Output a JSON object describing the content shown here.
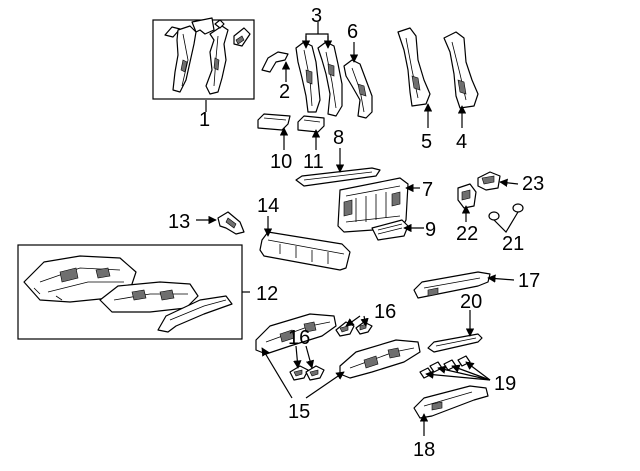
{
  "diagram": {
    "callouts": [
      {
        "id": "c1",
        "label": "1"
      },
      {
        "id": "c2",
        "label": "2"
      },
      {
        "id": "c3",
        "label": "3"
      },
      {
        "id": "c4",
        "label": "4"
      },
      {
        "id": "c5",
        "label": "5"
      },
      {
        "id": "c6",
        "label": "6"
      },
      {
        "id": "c7",
        "label": "7"
      },
      {
        "id": "c8",
        "label": "8"
      },
      {
        "id": "c9",
        "label": "9"
      },
      {
        "id": "c10",
        "label": "10"
      },
      {
        "id": "c11",
        "label": "11"
      },
      {
        "id": "c12",
        "label": "12"
      },
      {
        "id": "c13",
        "label": "13"
      },
      {
        "id": "c14",
        "label": "14"
      },
      {
        "id": "c15",
        "label": "15"
      },
      {
        "id": "c16a",
        "label": "16"
      },
      {
        "id": "c16b",
        "label": "16"
      },
      {
        "id": "c17",
        "label": "17"
      },
      {
        "id": "c18",
        "label": "18"
      },
      {
        "id": "c19",
        "label": "19"
      },
      {
        "id": "c20",
        "label": "20"
      },
      {
        "id": "c21",
        "label": "21"
      },
      {
        "id": "c22",
        "label": "22"
      },
      {
        "id": "c23",
        "label": "23"
      }
    ]
  }
}
